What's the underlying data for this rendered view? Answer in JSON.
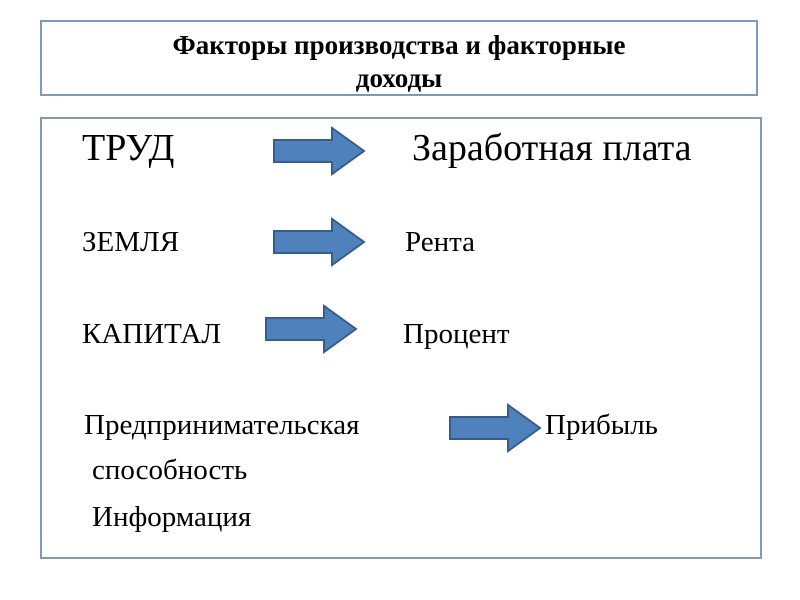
{
  "title": {
    "line1": "Факторы производства и факторные",
    "line2": "доходы"
  },
  "rows": [
    {
      "factor": "ТРУД",
      "income": "Заработная плата"
    },
    {
      "factor": "ЗЕМЛЯ",
      "income": "Рента"
    },
    {
      "factor": "КАПИТАЛ",
      "income": "Процент"
    },
    {
      "factor": "Предпринимательская",
      "income": "Прибыль"
    }
  ],
  "extra_lines": [
    "способность",
    "Информация"
  ],
  "colors": {
    "arrow_fill": "#4f81bd",
    "arrow_stroke": "#385d8a",
    "border": "#7f9ab8"
  }
}
